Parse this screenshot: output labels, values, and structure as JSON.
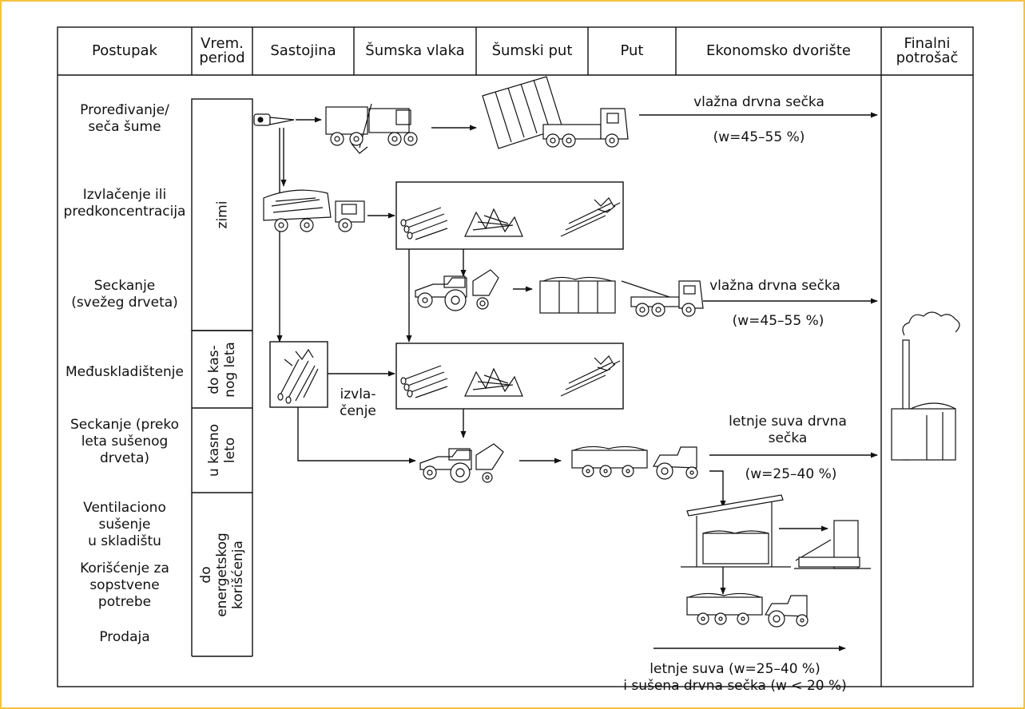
{
  "colors": {
    "frame": "#f5c242",
    "ink": "#111111",
    "background": "#ffffff"
  },
  "headers": [
    "Postupak",
    "Vrem.\nperiod",
    "Sastojina",
    "Šumska vlaka",
    "Šumski put",
    "Put",
    "Ekonomsko dvorište",
    "Finalni\npotrošač"
  ],
  "procedures": {
    "proredjivanje": "Proređivanje/\nseča šume",
    "izvlacenje": "Izvlačenje ili\npredkoncentracija",
    "seckanje_svez": "Seckanje\n(svežeg drveta)",
    "medjuskladistenje": "Međuskladištenje",
    "seckanje_leto": "Seckanje (preko\nleta sušenog\ndrveta)",
    "ventilaciono": "Ventilaciono\nsušenje\nu skladištu",
    "koriscenje": "Korišćenje za\nsopstvene\npotrebe",
    "prodaja": "Prodaja"
  },
  "periods": {
    "zimi": "zimi",
    "do_kasnog_leta": "do kas-\nnog leta",
    "u_kasno_leto": "u kasno\nleto",
    "do_energetskog": "do energetskog\nkorišćenja"
  },
  "labels": {
    "vlazna1": "vlažna drvna sečka",
    "w1": "(w=45–55 %)",
    "vlazna2": "vlažna drvna sečka",
    "w2": "(w=45–55 %)",
    "izvlacenje": "izvla-\nčenje",
    "letnje_suva": "letnje suva drvna\nsečka",
    "w3": "(w=25–40 %)",
    "final": "letnje suva (w=25–40 %)\ni sušena drvna sečka (w < 20 %)"
  },
  "icons": [
    "chainsaw-icon",
    "harvester-icon",
    "dump-truck-icon",
    "forwarder-icon",
    "log-pile-icon",
    "brush-pile-icon",
    "tree-bundle-icon",
    "chipper-tractor-icon",
    "container-truck-icon",
    "tractor-trailer-icon",
    "drying-shed-icon",
    "boiler-icon",
    "power-plant-icon"
  ]
}
